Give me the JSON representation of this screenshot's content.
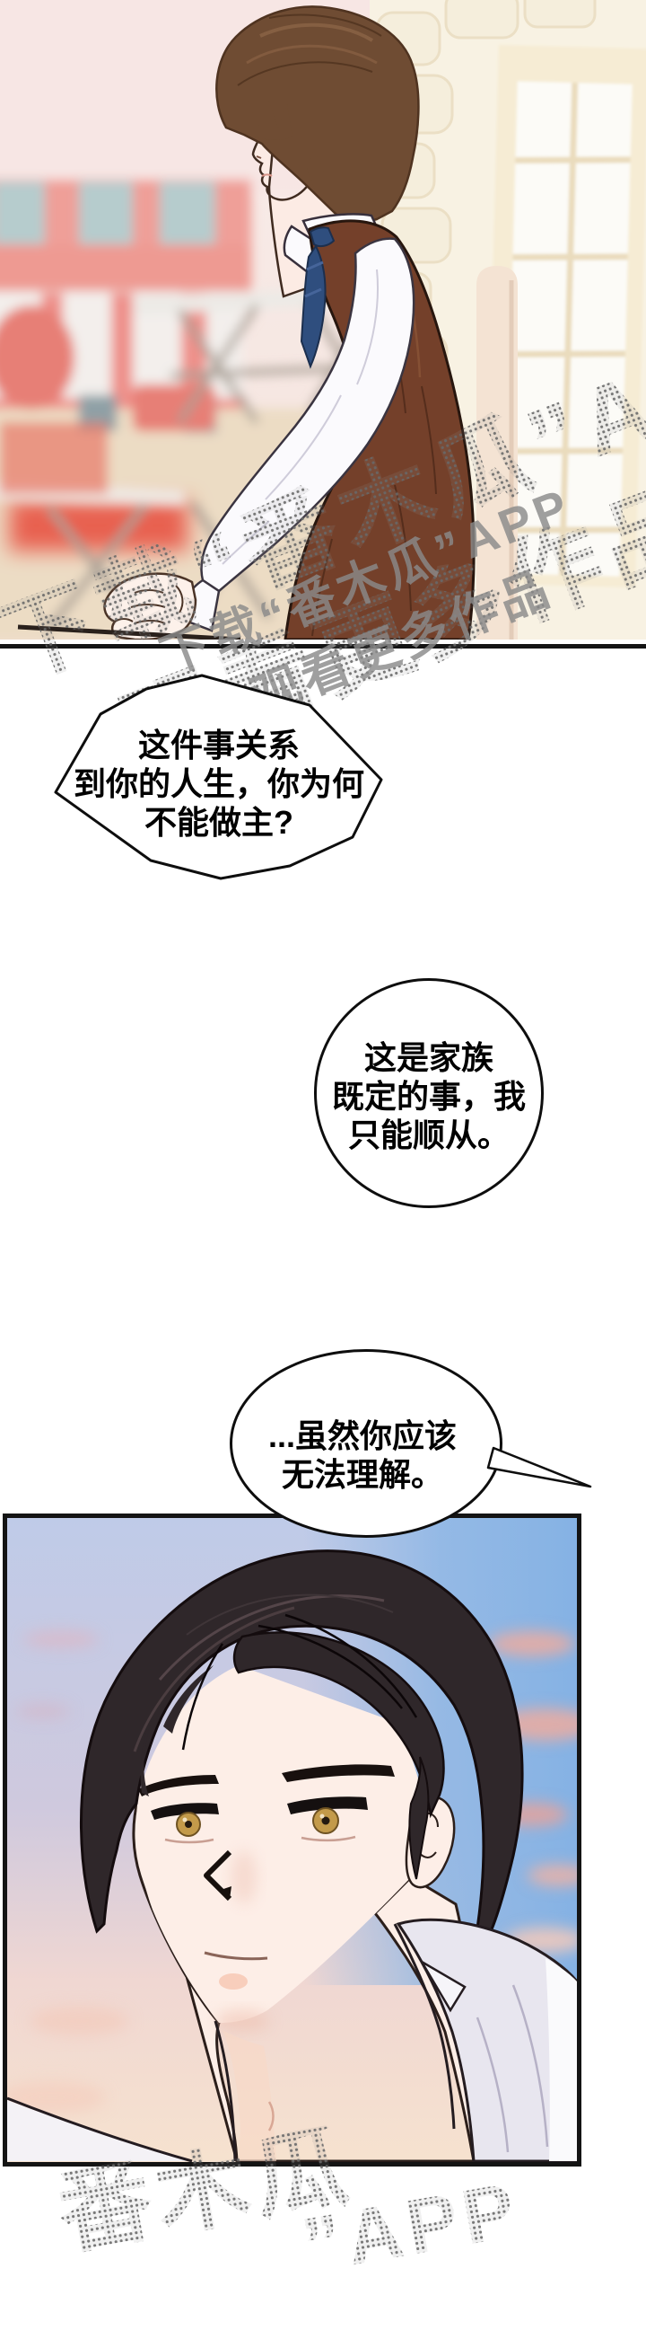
{
  "page": {
    "type": "webtoon-comic-page",
    "background": "#ffffff"
  },
  "speech": {
    "bubble1": {
      "line1": "这件事关系",
      "line2": "到你的人生，你为何",
      "line3": "不能做主?"
    },
    "bubble2": {
      "line1": "这是家族",
      "line2": "既定的事，我",
      "line3": "只能顺从。"
    },
    "bubble3": {
      "line1": "...虽然你应该",
      "line2": "无法理解。"
    }
  },
  "watermark": {
    "line1": "下载“番木瓜”APP",
    "line2": "观看更多作品",
    "bottom_line1": "番木瓜",
    "bottom_line2": "”APP"
  },
  "scene": {
    "panel1_alt": "棕发青年白衬衫棕马甲蓝领带，侧面站在咖啡馆外石墙窗前，双手交握",
    "panel2_alt": "黑发金瞳男子面部特写，背景晚霞蓝天粉云"
  },
  "colors": {
    "panel_border": "#141414",
    "bubble_border": "#0e0e0e",
    "watermark_gray": "#8a8a8a",
    "vest_brown": "#74402a",
    "tie_navy": "#2f4e7e",
    "hair_brown": "#6f4c33",
    "hair_black": "#2f272a",
    "eye_gold": "#c39a4a",
    "sky_blue": "#8cb6e5",
    "sunset_peach": "#f6e2d2"
  }
}
